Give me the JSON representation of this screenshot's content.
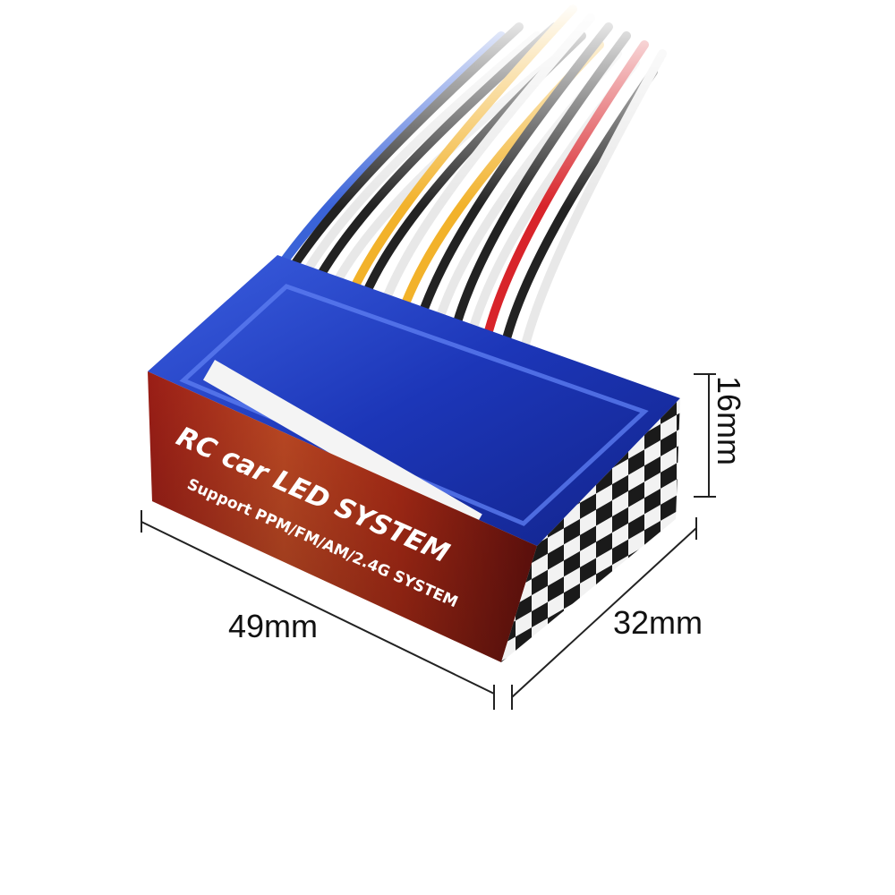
{
  "product": {
    "label_title": "RC car LED SYSTEM",
    "label_subtitle": "Support  PPM/FM/AM/2.4G SYSTEM"
  },
  "dimensions": {
    "width": "49mm",
    "depth": "32mm",
    "height": "16mm"
  },
  "colors": {
    "case_blue": "#1a3fbf",
    "flame_red": "#c8321a",
    "checker_dark": "#1a1a1a",
    "checker_light": "#f2f2f2",
    "wire_white": "#e8e8e8",
    "wire_black": "#222222",
    "wire_yellow": "#f2b22a",
    "wire_red": "#d8242a",
    "wire_blue": "#3a63d8"
  }
}
